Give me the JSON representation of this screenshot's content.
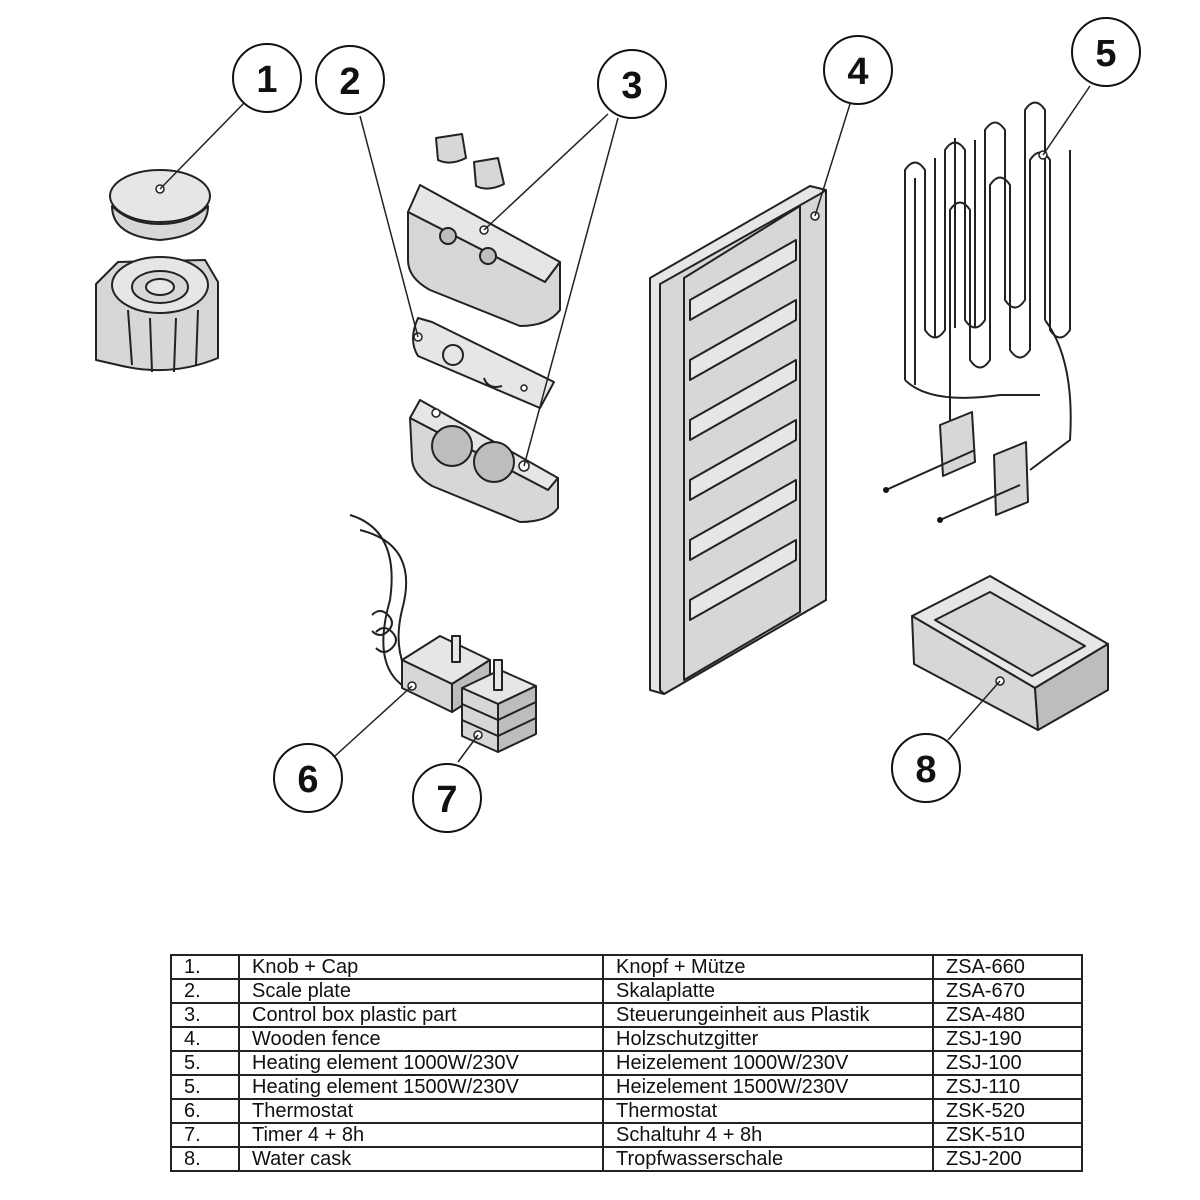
{
  "callouts": [
    {
      "label": "1"
    },
    {
      "label": "2"
    },
    {
      "label": "3"
    },
    {
      "label": "4"
    },
    {
      "label": "5"
    },
    {
      "label": "6"
    },
    {
      "label": "7"
    },
    {
      "label": "8"
    }
  ],
  "parts_table": {
    "rows": [
      {
        "no": "1.",
        "en": "Knob + Cap",
        "de": "Knopf + Mütze",
        "code": "ZSA-660"
      },
      {
        "no": "2.",
        "en": "Scale plate",
        "de": "Skalaplatte",
        "code": "ZSA-670"
      },
      {
        "no": "3.",
        "en": "Control box plastic part",
        "de": "Steuerungeinheit aus Plastik",
        "code": "ZSA-480"
      },
      {
        "no": "4.",
        "en": "Wooden fence",
        "de": "Holzschutzgitter",
        "code": "ZSJ-190"
      },
      {
        "no": "5.",
        "en": "Heating element 1000W/230V",
        "de": "Heizelement 1000W/230V",
        "code": "ZSJ-100"
      },
      {
        "no": "5.",
        "en": "Heating element 1500W/230V",
        "de": "Heizelement 1500W/230V",
        "code": "ZSJ-110"
      },
      {
        "no": "6.",
        "en": "Thermostat",
        "de": "Thermostat",
        "code": "ZSK-520"
      },
      {
        "no": "7.",
        "en": "Timer 4 + 8h",
        "de": "Schaltuhr 4 + 8h",
        "code": "ZSK-510"
      },
      {
        "no": "8.",
        "en": "Water cask",
        "de": "Tropfwasserschale",
        "code": "ZSJ-200"
      }
    ]
  }
}
